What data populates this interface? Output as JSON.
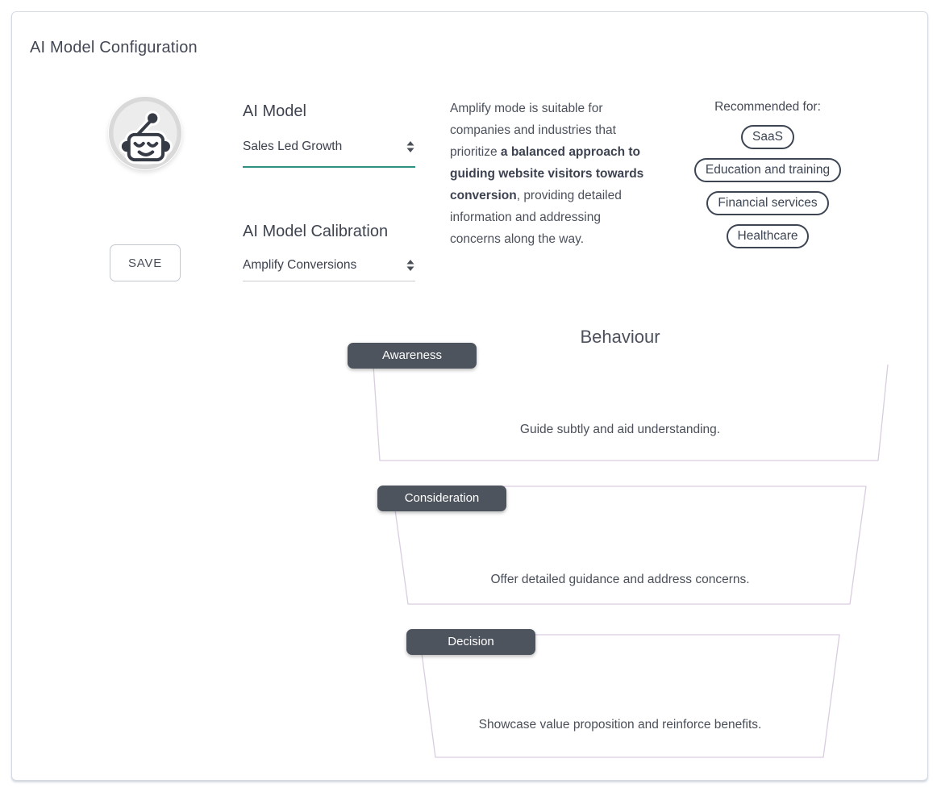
{
  "card": {
    "title": "AI Model Configuration"
  },
  "actions": {
    "save": "SAVE"
  },
  "model_field": {
    "label": "AI Model",
    "value": "Sales Led Growth"
  },
  "calibration_field": {
    "label": "AI Model Calibration",
    "value": "Amplify Conversions"
  },
  "description": {
    "pre": "Amplify mode is suitable for companies and industries that prioritize ",
    "bold": "a balanced approach to guiding website visitors towards conversion",
    "post": ", providing detailed information and addressing concerns along the way."
  },
  "recommended": {
    "label": "Recommended for:",
    "tags": [
      "SaaS",
      "Education and training",
      "Financial services",
      "Healthcare"
    ]
  },
  "behaviour": {
    "title": "Behaviour",
    "stages": [
      {
        "label": "Awareness",
        "text": "Guide subtly and aid understanding."
      },
      {
        "label": "Consideration",
        "text": "Offer detailed guidance and address concerns."
      },
      {
        "label": "Decision",
        "text": "Showcase value proposition and reinforce benefits."
      }
    ]
  },
  "icons": {
    "avatar": "robot-icon",
    "select": "updown-arrows-icon"
  },
  "colors": {
    "accent_teal": "#2c9183",
    "stage_badge_bg": "#4e545e",
    "funnel_border": "#d9cde0",
    "text_primary": "#454a56"
  }
}
